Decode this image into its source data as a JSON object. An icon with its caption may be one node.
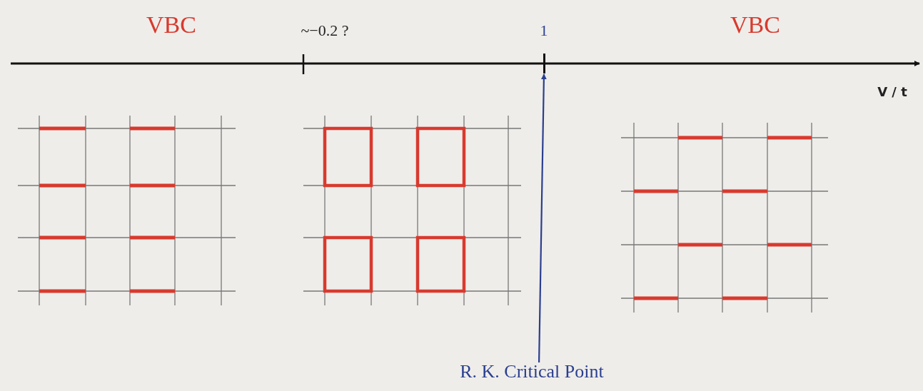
{
  "diagram": {
    "nodes": [
      {
        "text": [
          "R. K. Critical Point"
        ]
      },
      {
        "text": [],
        "shape": "bar"
      }
    ],
    "edges": [
      {
        "from": 0,
        "to": 1,
        "arrow": "to",
        "color": "#2b3f8f"
      }
    ],
    "labels": [
      "VBC",
      "~−0.2 ?",
      "1",
      "VBC",
      "V / t"
    ]
  }
}
